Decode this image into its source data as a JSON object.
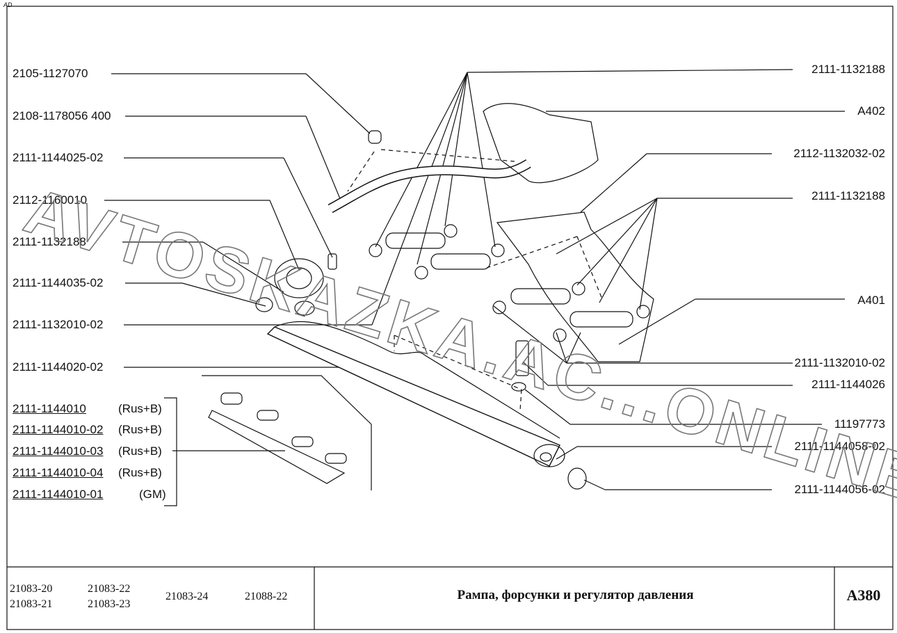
{
  "corner_mark": "AD",
  "callouts_left": [
    "2105-1127070",
    "2108-1178056  400",
    "2111-1144025-02",
    "2112-1160010",
    "2111-1132188",
    "2111-1144035-02",
    "2111-1132010-02",
    "2111-1144020-02"
  ],
  "callouts_right": [
    "2111-1132188",
    "A402",
    "2112-1132032-02",
    "2111-1132188",
    "A401",
    "2111-1132010-02",
    "2111-1144026",
    "11197773",
    "2111-1144058-02",
    "2111-1144056-02"
  ],
  "assembly_variants": [
    {
      "code": "2111-1144010",
      "variant": "(Rus+B)"
    },
    {
      "code": "2111-1144010-02",
      "variant": "(Rus+B)"
    },
    {
      "code": "2111-1144010-03",
      "variant": "(Rus+B)"
    },
    {
      "code": "2111-1144010-04",
      "variant": "(Rus+B)"
    },
    {
      "code": "2111-1144010-01",
      "variant": "(GM)"
    }
  ],
  "models": [
    "21083-20",
    "21083-21",
    "21083-22",
    "21083-23",
    "21083-24",
    "21088-22"
  ],
  "title": "Рампа, форсунки и регулятор давления",
  "sheet_code": "A380",
  "watermark": "AVTOSKAZKA.AC...ONLINE"
}
